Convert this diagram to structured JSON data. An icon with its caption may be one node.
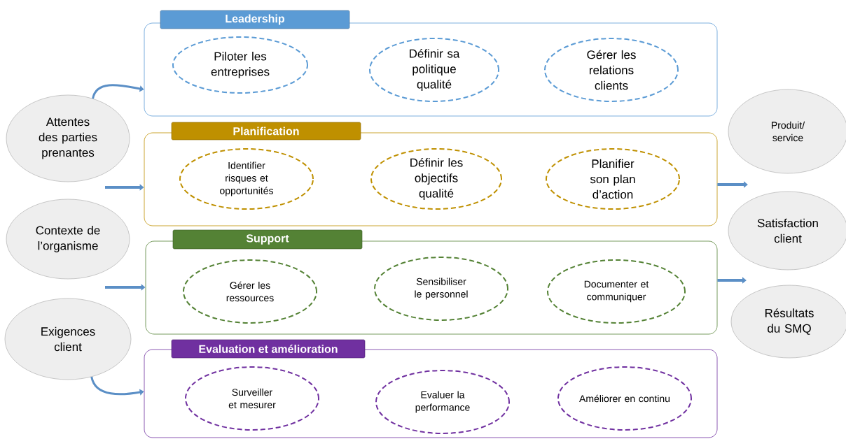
{
  "diagram": {
    "nodes": [
      {
        "text": [
          "Leadership"
        ]
      },
      {
        "text": [
          "Piloter les entreprises"
        ],
        "in": 0
      },
      {
        "text": [
          "Définir sa politique qualité"
        ],
        "in": 0
      },
      {
        "text": [
          "Gérer les relations clients"
        ],
        "in": 0
      },
      {
        "text": [
          "Planification"
        ]
      },
      {
        "text": [
          "Identifier risques et opportunités"
        ],
        "in": 4
      },
      {
        "text": [
          "Définir les objectifs qualité"
        ],
        "in": 4
      },
      {
        "text": [
          "Planifier son plan d’action"
        ],
        "in": 4
      },
      {
        "text": [
          "Support"
        ]
      },
      {
        "text": [
          "Gérer les ressources"
        ],
        "in": 8
      },
      {
        "text": [
          "Sensibiliser le personnel"
        ],
        "in": 8
      },
      {
        "text": [
          "Documenter et communiquer"
        ],
        "in": 8
      },
      {
        "text": [
          "Evaluation et amélioration"
        ]
      },
      {
        "text": [
          "Surveiller et mesurer"
        ],
        "in": 12
      },
      {
        "text": [
          "Evaluer la performance"
        ],
        "in": 12
      },
      {
        "text": [
          "Améliorer en continu"
        ],
        "in": 12
      },
      {
        "text": [
          "Attentes des parties prenantes"
        ]
      },
      {
        "text": [
          "Contexte de l’organisme"
        ]
      },
      {
        "text": [
          "Exigences client"
        ]
      },
      {
        "text": [
          "Produit/ service"
        ]
      },
      {
        "text": [
          "Satisfaction client"
        ]
      },
      {
        "text": [
          "Résultats du SMQ"
        ]
      }
    ],
    "edges": [
      {
        "from": 16,
        "to": 0,
        "arrow": "to"
      },
      {
        "from": null,
        "to": 4,
        "arrow": "to"
      },
      {
        "from": null,
        "to": 8,
        "arrow": "to"
      },
      {
        "from": 18,
        "to": 12,
        "arrow": "to"
      },
      {
        "from": 4,
        "to": null,
        "arrow": "to"
      },
      {
        "from": 8,
        "to": null,
        "arrow": "to"
      }
    ]
  }
}
